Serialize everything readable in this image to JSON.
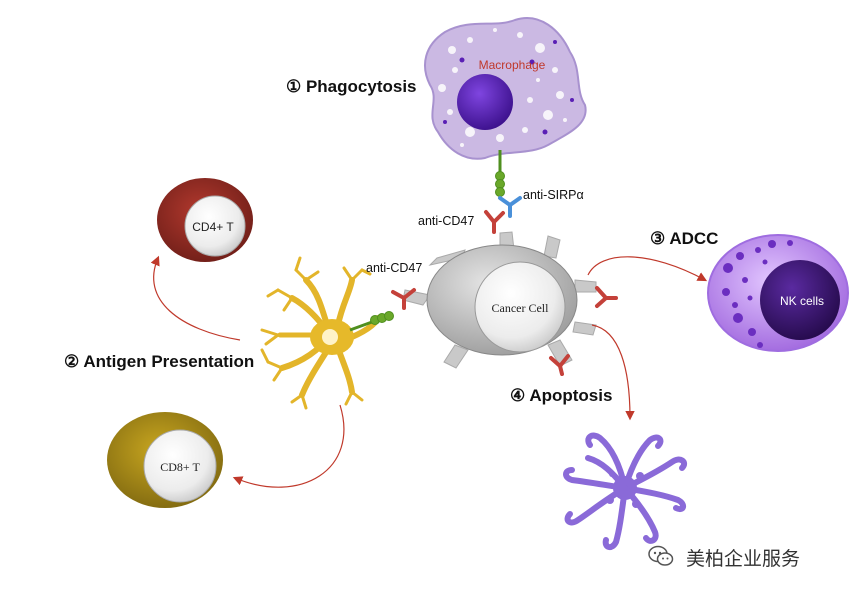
{
  "labels": {
    "phagocytosis": "① Phagocytosis",
    "adcc": "③ ADCC",
    "antigen_presentation": "② Antigen Presentation",
    "apoptosis": "④ Apoptosis",
    "anti_sirpa": "anti-SIRPα",
    "anti_cd47_top": "anti-CD47",
    "anti_cd47_left": "anti-CD47"
  },
  "cells": {
    "macrophage": "Macrophage",
    "cancer_cell": "Cancer Cell",
    "cd4": "CD4+ T",
    "cd8": "CD8+ T",
    "nk": "NK cells"
  },
  "watermark": "美柏企业服务",
  "colors": {
    "macrophage": "#c9b6e0",
    "macrophage_nucleus": "#5a1fb5",
    "cd4_outer": "#8b2a22",
    "cd8_outer": "#a58a16",
    "nk_outer": "#b987ea",
    "nk_nucleus": "#3b1570",
    "dendritic": "#e6b92a",
    "apoptotic": "#8a6ad8",
    "arrow": "#c0392b",
    "antibody_red": "#c4413a",
    "antibody_blue": "#4a90d9",
    "receptor_green": "#4f8f1f"
  }
}
